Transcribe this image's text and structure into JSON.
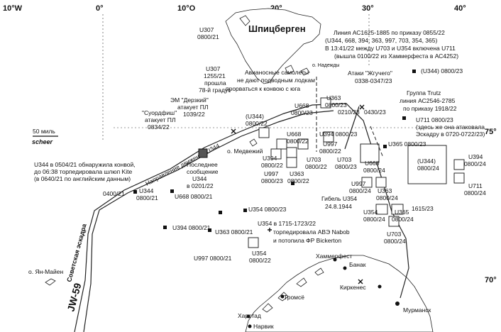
{
  "degrees": {
    "lon": [
      "10°W",
      "0°",
      "10°O",
      "20°",
      "30°",
      "40°"
    ],
    "lat": [
      "75°",
      "70°"
    ]
  },
  "places": {
    "spitsbergen": "Шпицберген",
    "nadezhdy": "о. Надежды",
    "medvezhiy": "о. Медвежий",
    "yan_mayen": "о. Ян-Майен",
    "hammerfest": "Хаммерфест",
    "banak": "Банак",
    "kirkenes": "Киркенес",
    "tromso": "Тромсё",
    "harstad": "Харстад",
    "narvik": "Нарвик",
    "murmansk": "Мурманск"
  },
  "scale": {
    "miles": "50 миль",
    "logo": "scheer"
  },
  "convoy": {
    "name": "JW-59",
    "escort": "Советская эскадра",
    "direction": "Направление движения U344",
    "t0400": "0400/21",
    "t1615": "1615/23"
  },
  "notes": {
    "u307_a": "U307",
    "u307_b": "0800/21",
    "u307c_1": "U307",
    "u307c_2": "1255/21",
    "u307c_3": "прошла",
    "u307c_4": "78-й градус",
    "aircraft_1": "Авианосные самолеты",
    "aircraft_2": "не дают подводным лодкам",
    "aircraft_3": "прорваться к конвою с юга",
    "line_1": "Линия АС1625-1885 по приказу 0855/22",
    "line_2": "(U344, 668, 394, 363, 997, 703, 354, 365)",
    "line_3": "В 13:41/22 между U703 и U354 включена U711",
    "line_4": "(вышла 0100/22 из Хаммерфеста в АС4252)",
    "attack_1": "Атаки \"Жгучего\"",
    "attack_2": "0338-0347/23",
    "u344_0800_23": "(U344) 0800/23",
    "em_1": "ЭМ \"Дерзкий\"",
    "em_2": "атакует ПЛ",
    "em_3": "1039/22",
    "swordfish_1": "\"Суордфиш\"",
    "swordfish_2": "атакует ПЛ",
    "swordfish_3": "0834/22",
    "trutz_1": "Группа Trutz",
    "trutz_2": "линия АС2546-2785",
    "trutz_3": "по приказу 1918/22",
    "u711_1": "U711 0800/23",
    "u711_2": "(здесь же она атаковала",
    "u711_3": "Эскадру в 0720-0722/23)",
    "kite_1": "U344 в 0504/21 обнаружила конвой,",
    "kite_2": "до 06:38 торпедировала шлюп Kite",
    "kite_3": "(в 0640/21 по английским данным)",
    "last_1": "Последнее",
    "last_2": "сообщение",
    "last_3": "U344",
    "last_4": "в 0201/22",
    "loss_1": "Гибель U354",
    "loss_2": "24.8.1944",
    "nabob_1": "U354 в 1715-1723/22",
    "nabob_2": "торпедировала АВЭ Nabob",
    "nabob_3": "и потопила ФР Bickerton"
  },
  "positions": {
    "u344_0800_22": [
      "(U344)",
      "0800/22"
    ],
    "u668_0800_23": [
      "U668",
      "0800/23"
    ],
    "u363_0800_23": [
      "U363",
      "0800/23"
    ],
    "t0210": "0210/23",
    "t0430": "0430/23",
    "u394_0800_23": "U394 0800/23",
    "u668_0800_22": [
      "U668",
      "0800/22"
    ],
    "u394_0800_22": [
      "U394",
      "0800/22"
    ],
    "u997_0800_22": [
      "U997",
      "0800/22"
    ],
    "u363_0800_22": [
      "U363",
      "0800/22"
    ],
    "u703_0800_22": [
      "U703",
      "0800/22"
    ],
    "u997_0800_23": [
      "U997",
      "0800/23"
    ],
    "u703_0800_23": [
      "U703",
      "0800/23"
    ],
    "u365_0800_23": "U365 0800/23",
    "u668_0800_24": [
      "U668",
      "0800/24"
    ],
    "u344_0800_24": [
      "(U344)",
      "0800/24"
    ],
    "u394_0800_24": [
      "U394",
      "0800/24"
    ],
    "u711_0800_24": [
      "U711",
      "0800/24"
    ],
    "u997_0800_24": [
      "U997",
      "0800/24"
    ],
    "u363_0800_24": [
      "U363",
      "0800/24"
    ],
    "u354_0800_24": [
      "U354",
      "0800/24"
    ],
    "u365_0800_24": [
      "U365",
      "0800/24"
    ],
    "u703_0800_24": [
      "U703",
      "0800/24"
    ],
    "u344_0800_21": [
      "U344",
      "0800/21"
    ],
    "u668_0800_21": "U668 0800/21",
    "u354_0800_23": "U354 0800/23",
    "u394_0800_21": "U394 0800/21",
    "u363_0800_21": "U363 0800/21",
    "u354_0800_22": [
      "U354",
      "0800/22"
    ],
    "u997_0800_21": "U997 0800/21"
  }
}
